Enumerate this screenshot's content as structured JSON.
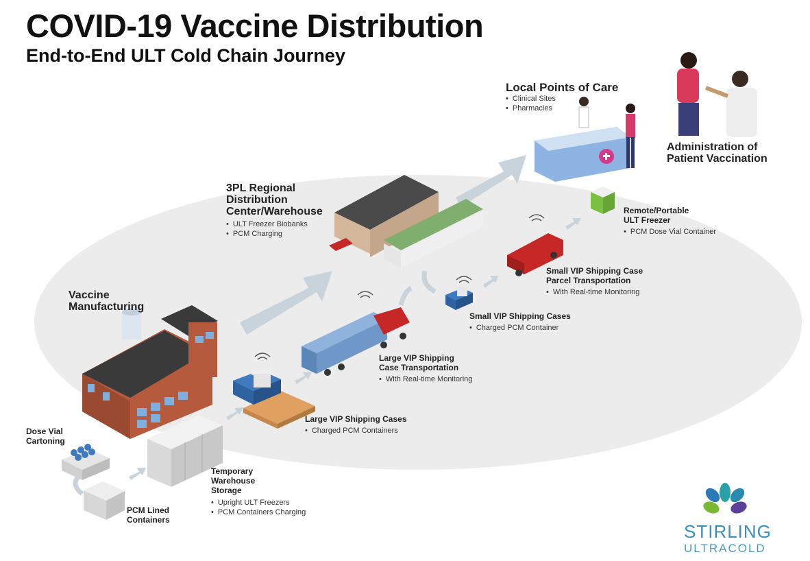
{
  "header": {
    "title": "COVID-19 Vaccine Distribution",
    "subtitle": "End-to-End ULT Cold Chain Journey"
  },
  "stages": {
    "dose_vial": {
      "line1": "Dose Vial",
      "line2": "Cartoning"
    },
    "pcm_lined": {
      "line1": "PCM Lined",
      "line2": "Containers"
    },
    "manufacturing": {
      "line1": "Vaccine",
      "line2": "Manufacturing"
    },
    "temp_storage": {
      "line1": "Temporary",
      "line2": "Warehouse",
      "line3": "Storage",
      "bullets": [
        "Upright ULT Freezers",
        "PCM Containers Charging"
      ]
    },
    "large_cases": {
      "title": "Large VIP Shipping Cases",
      "bullets": [
        "Charged PCM Containers"
      ]
    },
    "large_transport": {
      "line1": "Large VIP Shipping",
      "line2": "Case Transportation",
      "bullets": [
        "With Real-time Monitoring"
      ]
    },
    "regional": {
      "line1": "3PL Regional",
      "line2": "Distribution",
      "line3": "Center/Warehouse",
      "bullets": [
        "ULT Freezer Biobanks",
        "PCM Charging"
      ]
    },
    "small_cases": {
      "title": "Small VIP Shipping Cases",
      "bullets": [
        "Charged PCM Container"
      ]
    },
    "small_transport": {
      "line1": "Small VIP Shipping Case",
      "line2": "Parcel Transportation",
      "bullets": [
        "With Real-time Monitoring"
      ]
    },
    "remote_freezer": {
      "line1": "Remote/Portable",
      "line2": "ULT Freezer",
      "bullets": [
        "PCM Dose Vial Container"
      ]
    },
    "points_of_care": {
      "title": "Local Points of Care",
      "bullets": [
        "Clinical Sites",
        "Pharmacies"
      ]
    },
    "administration": {
      "line1": "Administration of",
      "line2": "Patient Vaccination"
    }
  },
  "logo": {
    "name": "STIRLING",
    "sub": "ULTRACOLD"
  },
  "colors": {
    "ellipse": "#ececec",
    "arrow": "#c9d3db",
    "brick": "#b55a3c",
    "roof": "#3a3a3a",
    "truck_red": "#c62828",
    "container_blue": "#5b86b8",
    "logo_blue": "#3a8fc0",
    "logo_green": "#79b833",
    "logo_purple": "#5b3f9a",
    "pallet": "#e0a060"
  },
  "icons": [
    "factory-icon",
    "freezer-icon",
    "pallet-icon",
    "truck-icon",
    "warehouse-icon",
    "van-icon",
    "signal-icon",
    "pharmacy-icon",
    "vaccination-icon",
    "logo-icon"
  ]
}
